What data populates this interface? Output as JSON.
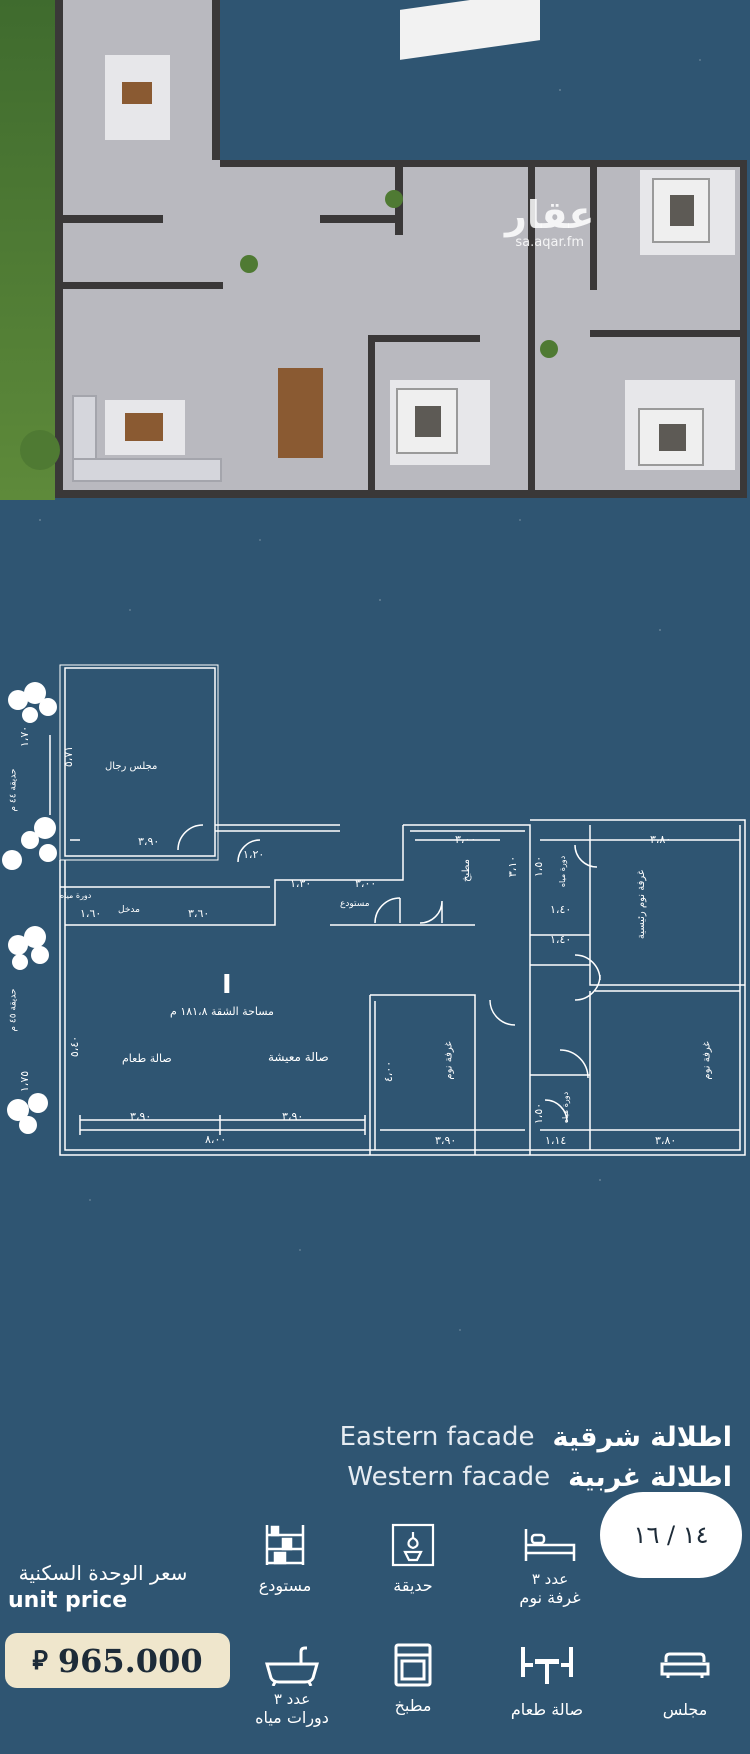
{
  "watermark": {
    "brand": "عقار",
    "url": "sa.aqar.fm"
  },
  "plan_labels": {
    "majlis": "مجلس رجال",
    "kitchen": "مطبخ",
    "master_bedroom": "غرفة نوم رئيسية",
    "bedroom_1": "غرفة نوم",
    "bedroom_2": "غرفة نوم",
    "living": "صالة معيشة",
    "dining": "صالة طعام",
    "bath_1": "دورة مياه",
    "bath_2": "دورة مياه",
    "bath_3": "دورة مياه",
    "entrance": "مدخل",
    "storage": "مستودع",
    "area": "مساحة الشقة ١٨١،٨ م",
    "garden_1": "حديقة ٤٤ م",
    "garden_2": "حديقة ٤٥ م",
    "unit_mark": "I"
  },
  "plan_dims": {
    "d1": "٣،٩٠",
    "d2": "٥،٧١",
    "d3": "١،٢٠",
    "d4": "١،٣٠",
    "d5": "٣،٠٠",
    "d6": "٣،٦٠",
    "d7": "١،٦٠",
    "d8": "٣،٠٠",
    "d9": "٣،١٠",
    "d10": "٣،٨٠",
    "d11": "١،٥٠",
    "d12": "١،٤٠",
    "d13": "١،٤٠",
    "d14": "٣،٩٠",
    "d15": "٣،٩٠",
    "d16": "٨،٠٠",
    "d17": "٣،٩٠",
    "d18": "١،١٤",
    "d19": "٣،٨٠",
    "d20": "٤،٠٠",
    "d21": "١،٧٠",
    "d22": "١،٧٥",
    "d23": "٥،٤٠",
    "d24": "١،٥٠"
  },
  "facade": {
    "eastern_en": "Eastern facade",
    "eastern_ar": "اطلالة شرقية",
    "western_en": "Western facade",
    "western_ar": "اطلالة غربية"
  },
  "features": {
    "bedrooms_count": "عدد ٣",
    "bedrooms": "غرفة نوم",
    "garden": "حديقة",
    "storage": "مستودع",
    "majlis": "مجلس",
    "dining": "صالة طعام",
    "kitchen": "مطبخ",
    "bathrooms_count": "عدد ٣",
    "bathrooms": "دورات مياه"
  },
  "page_badge": "١٤ / ١٦",
  "price": {
    "label_ar": "سعر الوحدة السكنية",
    "label_en": "unit price",
    "value": "965.000",
    "currency": "⃁"
  },
  "colors": {
    "background": "#2f5572",
    "price_box": "#efe6cc",
    "badge": "#ffffff"
  }
}
